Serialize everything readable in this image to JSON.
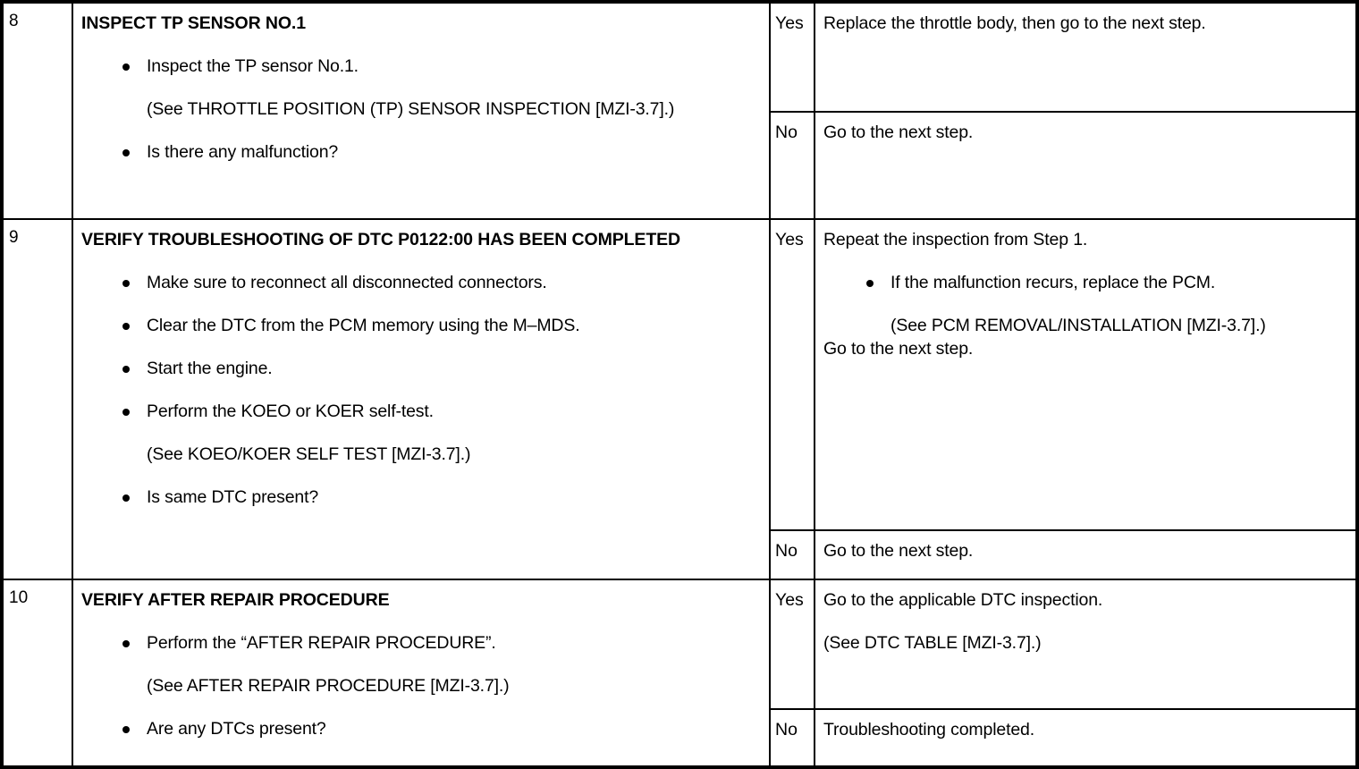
{
  "document": {
    "type": "troubleshooting-table",
    "colors": {
      "ink": "#000000",
      "paper": "#ffffff"
    }
  },
  "rows": [
    {
      "step": "8",
      "title": "INSPECT TP SENSOR NO.1",
      "blocks": [
        {
          "kind": "bullet",
          "text": "Inspect the TP sensor No.1."
        },
        {
          "kind": "note",
          "text": "(See THROTTLE POSITION (TP) SENSOR INSPECTION [MZI-3.7].)"
        },
        {
          "kind": "bullet",
          "text": "Is there any malfunction?"
        }
      ],
      "branches": [
        {
          "label": "Yes",
          "blocks": [
            {
              "kind": "text",
              "text": "Replace the throttle body, then go to the next step."
            }
          ]
        },
        {
          "label": "No",
          "blocks": [
            {
              "kind": "text",
              "text": "Go to the next step."
            }
          ]
        }
      ]
    },
    {
      "step": "9",
      "title": "VERIFY TROUBLESHOOTING OF DTC P0122:00 HAS BEEN COMPLETED",
      "blocks": [
        {
          "kind": "bullet",
          "text": "Make sure to reconnect all disconnected connectors."
        },
        {
          "kind": "bullet",
          "text": "Clear the DTC from the PCM memory using the M–MDS."
        },
        {
          "kind": "bullet",
          "text": "Start the engine."
        },
        {
          "kind": "bullet",
          "text": "Perform the KOEO or KOER self-test."
        },
        {
          "kind": "note",
          "text": "(See KOEO/KOER SELF TEST [MZI-3.7].)"
        },
        {
          "kind": "bullet",
          "text": "Is same DTC present?"
        }
      ],
      "branches": [
        {
          "label": "Yes",
          "blocks": [
            {
              "kind": "text",
              "text": "Repeat the inspection from Step 1."
            },
            {
              "kind": "bullet",
              "text": "If the malfunction recurs, replace the PCM."
            },
            {
              "kind": "note",
              "text": "(See PCM REMOVAL/INSTALLATION [MZI-3.7].)"
            },
            {
              "kind": "text",
              "text": "Go to the next step."
            }
          ]
        },
        {
          "label": "No",
          "blocks": [
            {
              "kind": "text",
              "text": "Go to the next step."
            }
          ]
        }
      ]
    },
    {
      "step": "10",
      "title": "VERIFY AFTER REPAIR PROCEDURE",
      "blocks": [
        {
          "kind": "bullet",
          "text": "Perform the “AFTER REPAIR PROCEDURE”."
        },
        {
          "kind": "note",
          "text": "(See AFTER REPAIR PROCEDURE [MZI-3.7].)"
        },
        {
          "kind": "bullet",
          "text": "Are any DTCs present?"
        }
      ],
      "branches": [
        {
          "label": "Yes",
          "blocks": [
            {
              "kind": "text",
              "text": "Go to the applicable DTC inspection."
            },
            {
              "kind": "text",
              "text": "(See DTC TABLE [MZI-3.7].)"
            }
          ]
        },
        {
          "label": "No",
          "blocks": [
            {
              "kind": "text",
              "text": "Troubleshooting completed."
            }
          ]
        }
      ]
    }
  ]
}
